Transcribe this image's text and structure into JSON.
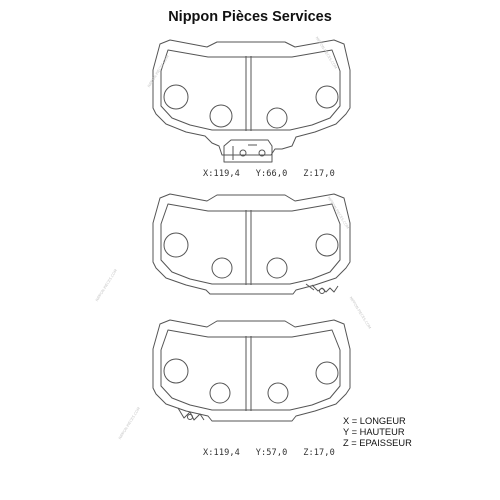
{
  "header": {
    "title": "Nippon Pièces Services"
  },
  "pads": [
    {
      "name": "pad-1",
      "dimensions": "X:119,4   Y:66,0   Z:17,0"
    },
    {
      "name": "pad-2",
      "dimensions": ""
    },
    {
      "name": "pad-3",
      "dimensions": "X:119,4   Y:57,0   Z:17,0"
    }
  ],
  "legend": {
    "x": "X = LONGEUR",
    "y": "Y = HAUTEUR",
    "z": "Z = EPAISSEUR"
  },
  "watermark": {
    "text": "NIPPON-PIECES.COM"
  },
  "colors": {
    "line": "#555555",
    "text": "#111111",
    "watermark": "#c8c8c8"
  }
}
